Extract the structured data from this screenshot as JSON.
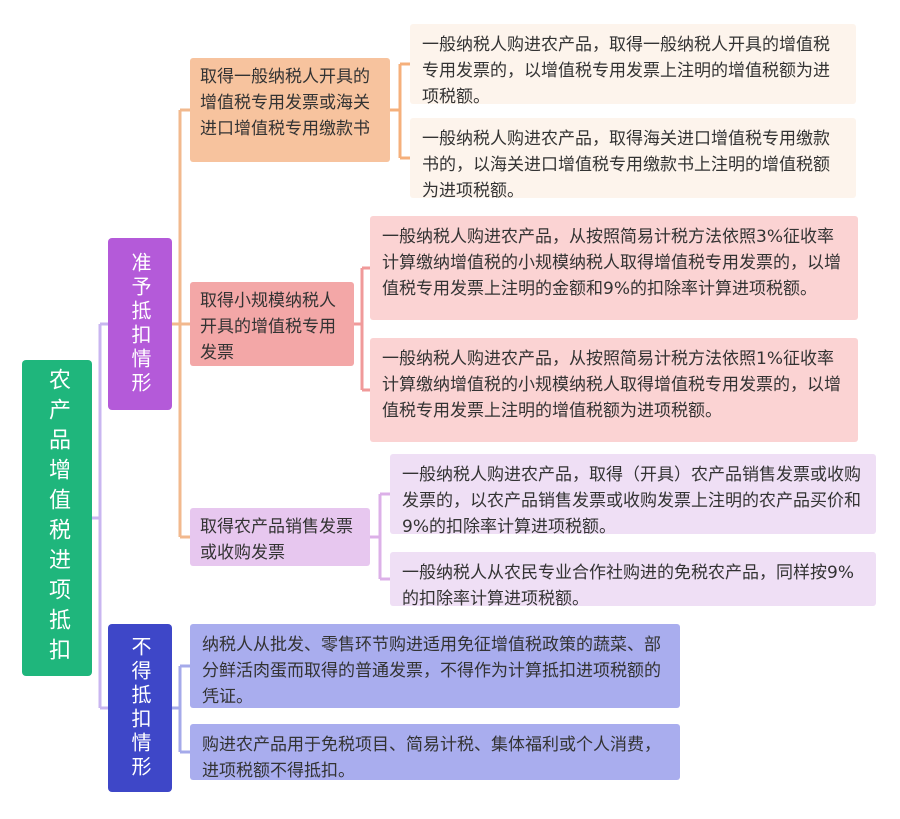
{
  "root": {
    "label": "农产品增值税进项抵扣"
  },
  "allow": {
    "label": "准予抵扣情形",
    "branches": [
      {
        "label": "取得一般纳税人开具的增值税专用发票或海关进口增值税专用缴款书",
        "leaves": [
          "一般纳税人购进农产品，取得一般纳税人开具的增值税专用发票的，以增值税专用发票上注明的增值税额为进项税额。",
          "一般纳税人购进农产品，取得海关进口增值税专用缴款书的，以海关进口增值税专用缴款书上注明的增值税额为进项税额。"
        ]
      },
      {
        "label": "取得小规模纳税人开具的增值税专用发票",
        "leaves": [
          "一般纳税人购进农产品，从按照简易计税方法依照3%征收率计算缴纳增值税的小规模纳税人取得增值税专用发票的，以增值税专用发票上注明的金额和9%的扣除率计算进项税额。",
          "一般纳税人购进农产品，从按照简易计税方法依照1%征收率计算缴纳增值税的小规模纳税人取得增值税专用发票的，以增值税专用发票上注明的增值税额为进项税额。"
        ]
      },
      {
        "label": "取得农产品销售发票或收购发票",
        "leaves": [
          "一般纳税人购进农产品，取得（开具）农产品销售发票或收购发票的，以农产品销售发票或收购发票上注明的农产品买价和9%的扣除率计算进项税额。",
          "一般纳税人从农民专业合作社购进的免税农产品，同样按9%的扣除率计算进项税额。"
        ]
      }
    ]
  },
  "deny": {
    "label": "不得抵扣情形",
    "leaves": [
      "纳税人从批发、零售环节购进适用免征增值税政策的蔬菜、部分鲜活肉蛋而取得的普通发票，不得作为计算抵扣进项税额的凭证。",
      "购进农产品用于免税项目、简易计税、集体福利或个人消费，进项税额不得抵扣。"
    ]
  },
  "colors": {
    "root": "#1fb67c",
    "allow": "#b45ad9",
    "deny": "#3e47c8",
    "branch1": "#f7c39e",
    "branch2": "#f3a7a7",
    "branch3": "#e7c7ef",
    "deny_leaf": "#a9adee"
  }
}
